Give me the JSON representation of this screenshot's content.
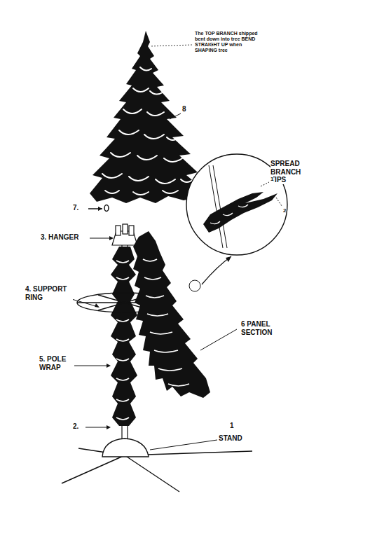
{
  "diagram": {
    "labels": [
      "The TOP BRANCH shipped bent down into tree BEND STRAIGHT UP when SHAPING tree",
      "8",
      "7.",
      "SPREAD BRANCH TIPS",
      "1",
      "2",
      "3. HANGER",
      "4. SUPPORT RING",
      "6 PANEL SECTION",
      "5. POLE WRAP",
      "2.",
      "1",
      "STAND"
    ]
  }
}
